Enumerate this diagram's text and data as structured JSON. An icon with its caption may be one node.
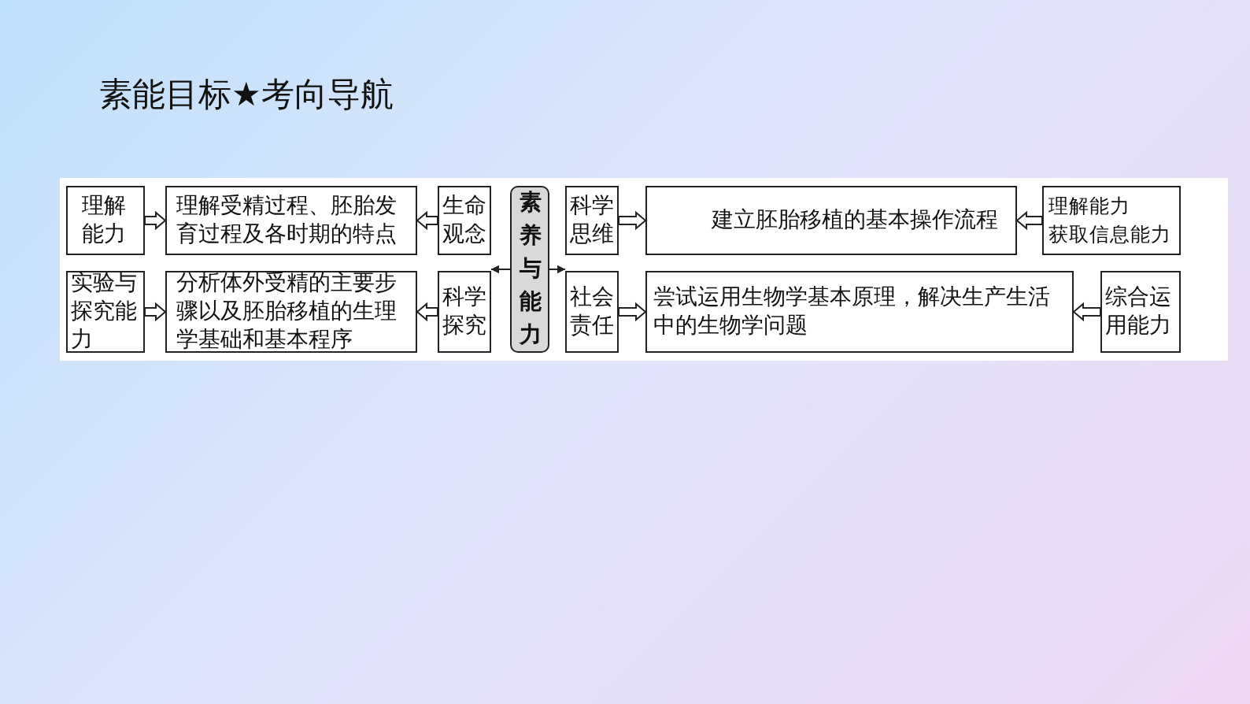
{
  "diagram": {
    "title": "素能目标★考向导航",
    "nodes": [
      {
        "text": [
          "素养与能力"
        ]
      },
      {
        "text": [
          "生命观念"
        ]
      },
      {
        "text": [
          "理解受精过程、胚胎发育过程及各时期的特点"
        ]
      },
      {
        "text": [
          "理解能力"
        ]
      },
      {
        "text": [
          "科学探究"
        ]
      },
      {
        "text": [
          "分析体外受精的主要步骤以及胚胎移植的生理学基础和基本程序"
        ]
      },
      {
        "text": [
          "实验与探究能力"
        ]
      },
      {
        "text": [
          "科学思维"
        ]
      },
      {
        "text": [
          "建立胚胎移植的基本操作流程"
        ]
      },
      {
        "text": [
          "理解能力",
          "获取信息能力"
        ]
      },
      {
        "text": [
          "社会责任"
        ]
      },
      {
        "text": [
          "尝试运用生物学基本原理，解决生产生活中的生物学问题"
        ]
      },
      {
        "text": [
          "综合运用能力"
        ]
      }
    ],
    "edges": [
      {
        "from": 0,
        "to": 1,
        "arrow": "to"
      },
      {
        "from": 0,
        "to": 4,
        "arrow": "to"
      },
      {
        "from": 0,
        "to": 7,
        "arrow": "to"
      },
      {
        "from": 0,
        "to": 10,
        "arrow": "to"
      },
      {
        "from": 1,
        "to": 2,
        "arrow": "to",
        "style": "thick"
      },
      {
        "from": 3,
        "to": 2,
        "arrow": "to",
        "style": "thick"
      },
      {
        "from": 4,
        "to": 5,
        "arrow": "to",
        "style": "thick"
      },
      {
        "from": 6,
        "to": 5,
        "arrow": "to",
        "style": "thick"
      },
      {
        "from": 7,
        "to": 8,
        "arrow": "to",
        "style": "thick"
      },
      {
        "from": 9,
        "to": 8,
        "arrow": "to",
        "style": "thick"
      },
      {
        "from": 10,
        "to": 11,
        "arrow": "to",
        "style": "thick"
      },
      {
        "from": 12,
        "to": 11,
        "arrow": "to",
        "style": "thick"
      }
    ]
  }
}
